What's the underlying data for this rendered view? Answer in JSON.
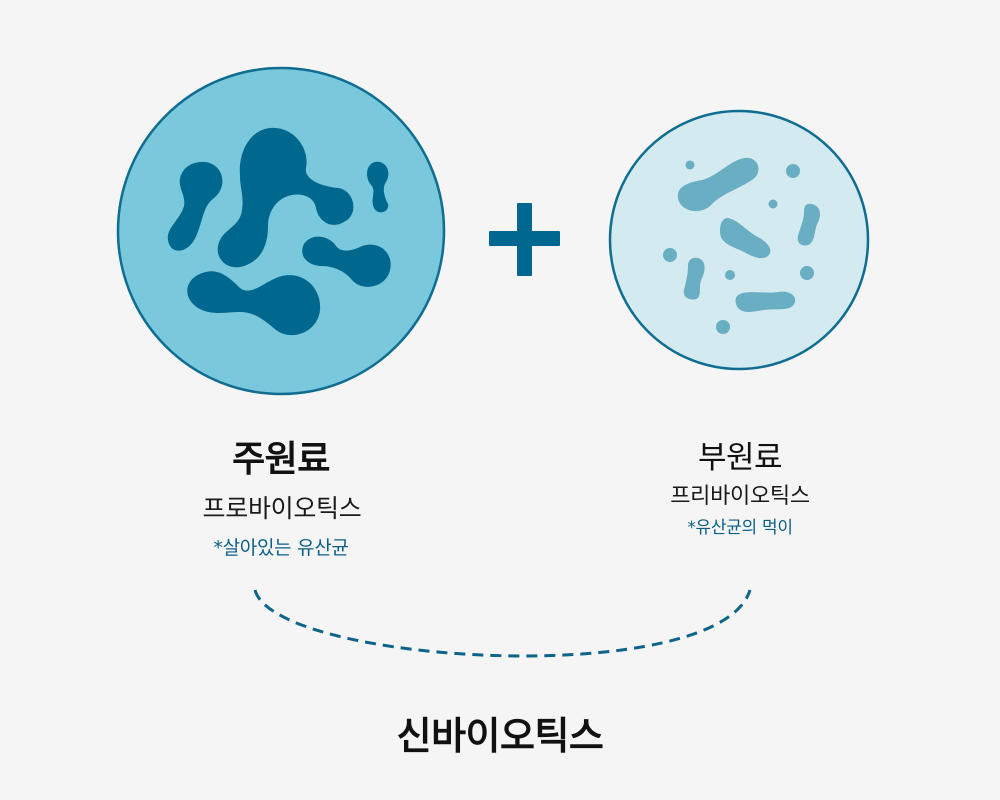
{
  "colors": {
    "background": "#f5f5f5",
    "dark_teal": "#00688f",
    "circle_main_fill": "#7ac8dc",
    "circle_sub_fill": "#d3ebf0",
    "bacteria_sub": "#6aaec4",
    "note_text": "#0b5f86"
  },
  "left": {
    "title": "주원료",
    "subtitle": "프로바이오틱스",
    "note": "*살아있는 유산균",
    "icon": "probiotic-bacteria-icon"
  },
  "operator": {
    "symbol": "+",
    "icon": "plus-icon"
  },
  "right": {
    "title": "부원료",
    "subtitle": "프리바이오틱스",
    "note": "*유산균의 먹이",
    "icon": "prebiotic-particles-icon"
  },
  "result": {
    "title": "신바이오틱스",
    "connector": "dashed-arc"
  }
}
